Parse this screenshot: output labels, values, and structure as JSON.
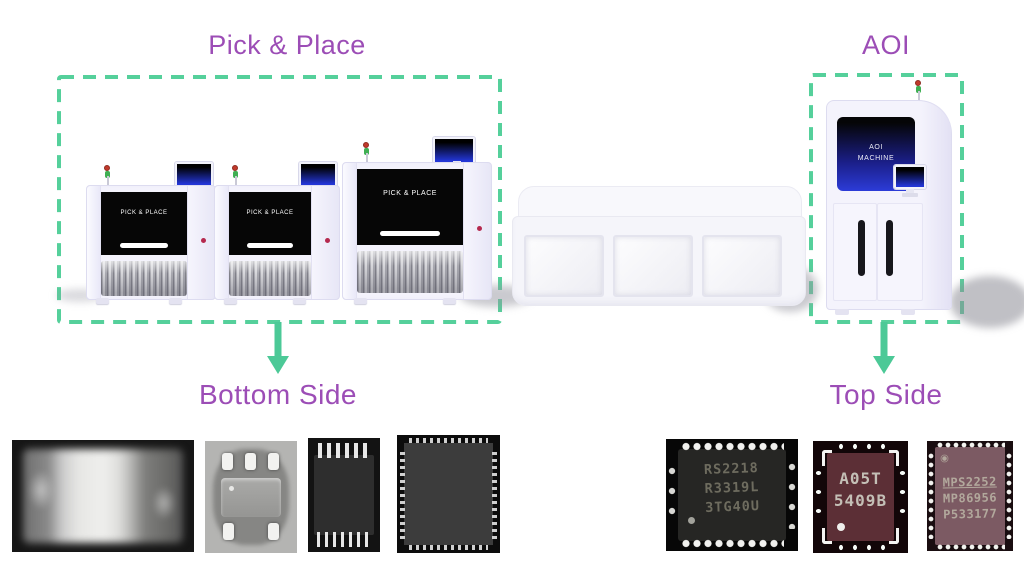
{
  "titles": {
    "pick_place": "Pick & Place",
    "aoi": "AOI"
  },
  "section_labels": {
    "bottom_side": "Bottom Side",
    "top_side": "Top Side"
  },
  "machines": {
    "pick_place_screen_label": "PICK & PLACE",
    "aoi_screen_label": "AOI MACHINE"
  },
  "chips": {
    "top_side": [
      {
        "lines": [
          "RS2218",
          "R3319L",
          "3TG40U"
        ]
      },
      {
        "lines": [
          "A05T",
          "5409B"
        ]
      },
      {
        "lines": [
          "MPS2252",
          "MP86956",
          "P533177"
        ]
      }
    ]
  },
  "colors": {
    "accent_purple": "#9c4db6",
    "dash_green": "#55d09b",
    "arrow_green": "#4cc997"
  }
}
